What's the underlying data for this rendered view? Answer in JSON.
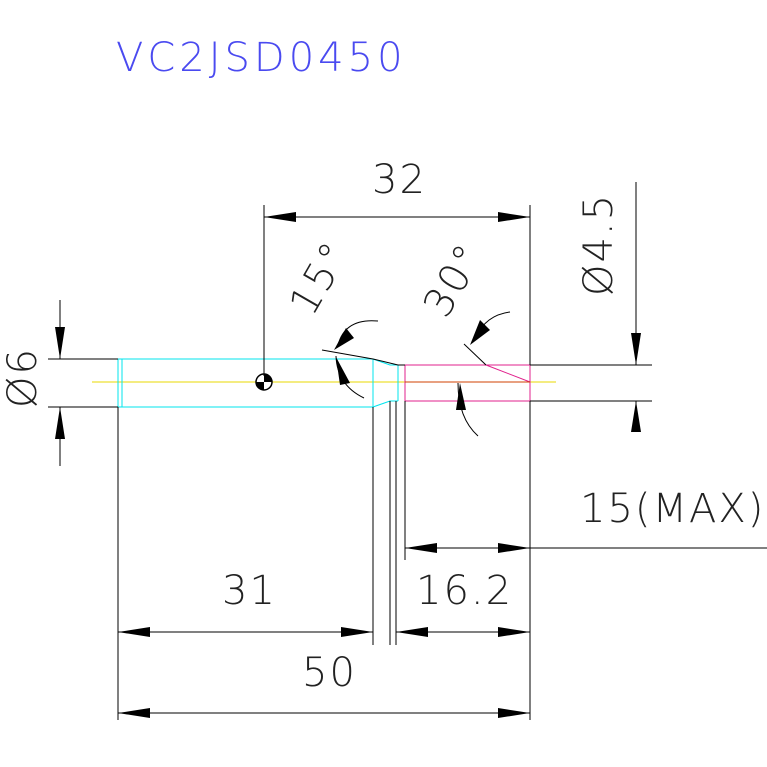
{
  "drawing": {
    "part_number": "VC2JSD0450",
    "dimensions": {
      "length_32": "32",
      "diameter_4_5": "Ø4.5",
      "angle_15": "15°",
      "angle_30": "30°",
      "diameter_6": "Ø6",
      "length_15_max": "15(MAX)",
      "length_31": "31",
      "length_16_2": "16.2",
      "length_50": "50"
    },
    "colors": {
      "title": "#4a4af0",
      "shank_outline": "#00e5ee",
      "centerline": "#e8d800",
      "tip_box": "#e0208c",
      "dimension": "#000000"
    }
  }
}
